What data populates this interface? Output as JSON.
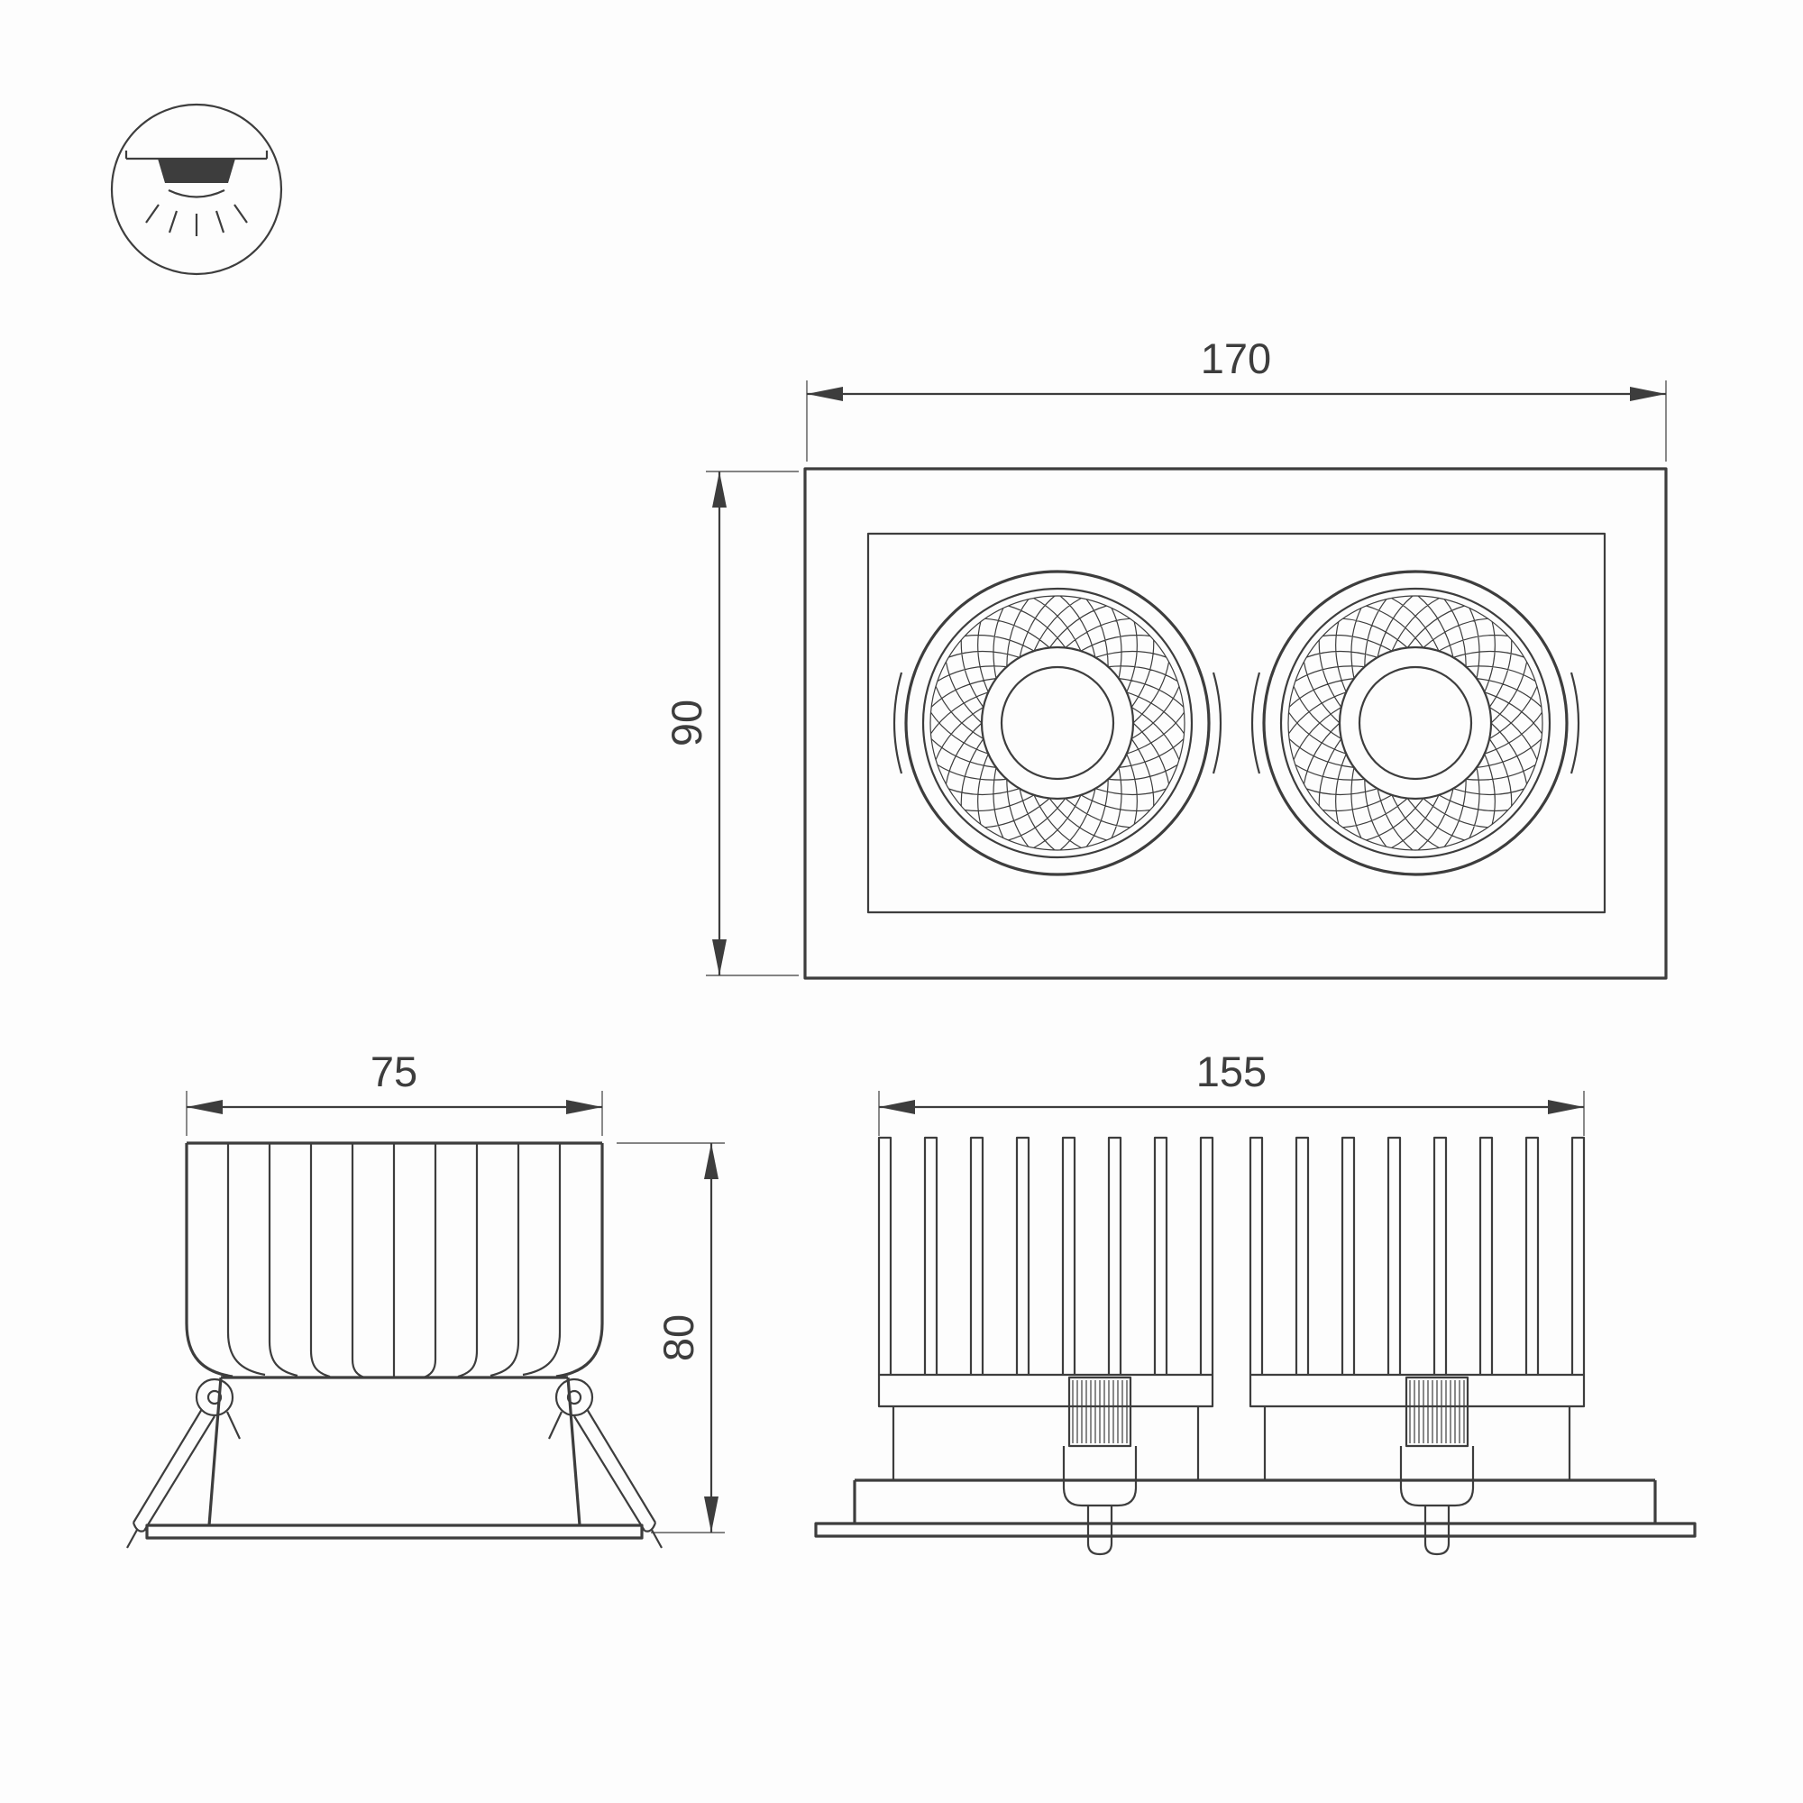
{
  "colors": {
    "line": "#3d3d3d",
    "background": "#fdfdfd"
  },
  "icon": {
    "name": "recessed-downlight-icon"
  },
  "views": {
    "plan": {
      "width_label": "170",
      "height_label": "90"
    },
    "side": {
      "width_label": "75",
      "height_label": "80"
    },
    "front": {
      "width_label": "155"
    }
  }
}
